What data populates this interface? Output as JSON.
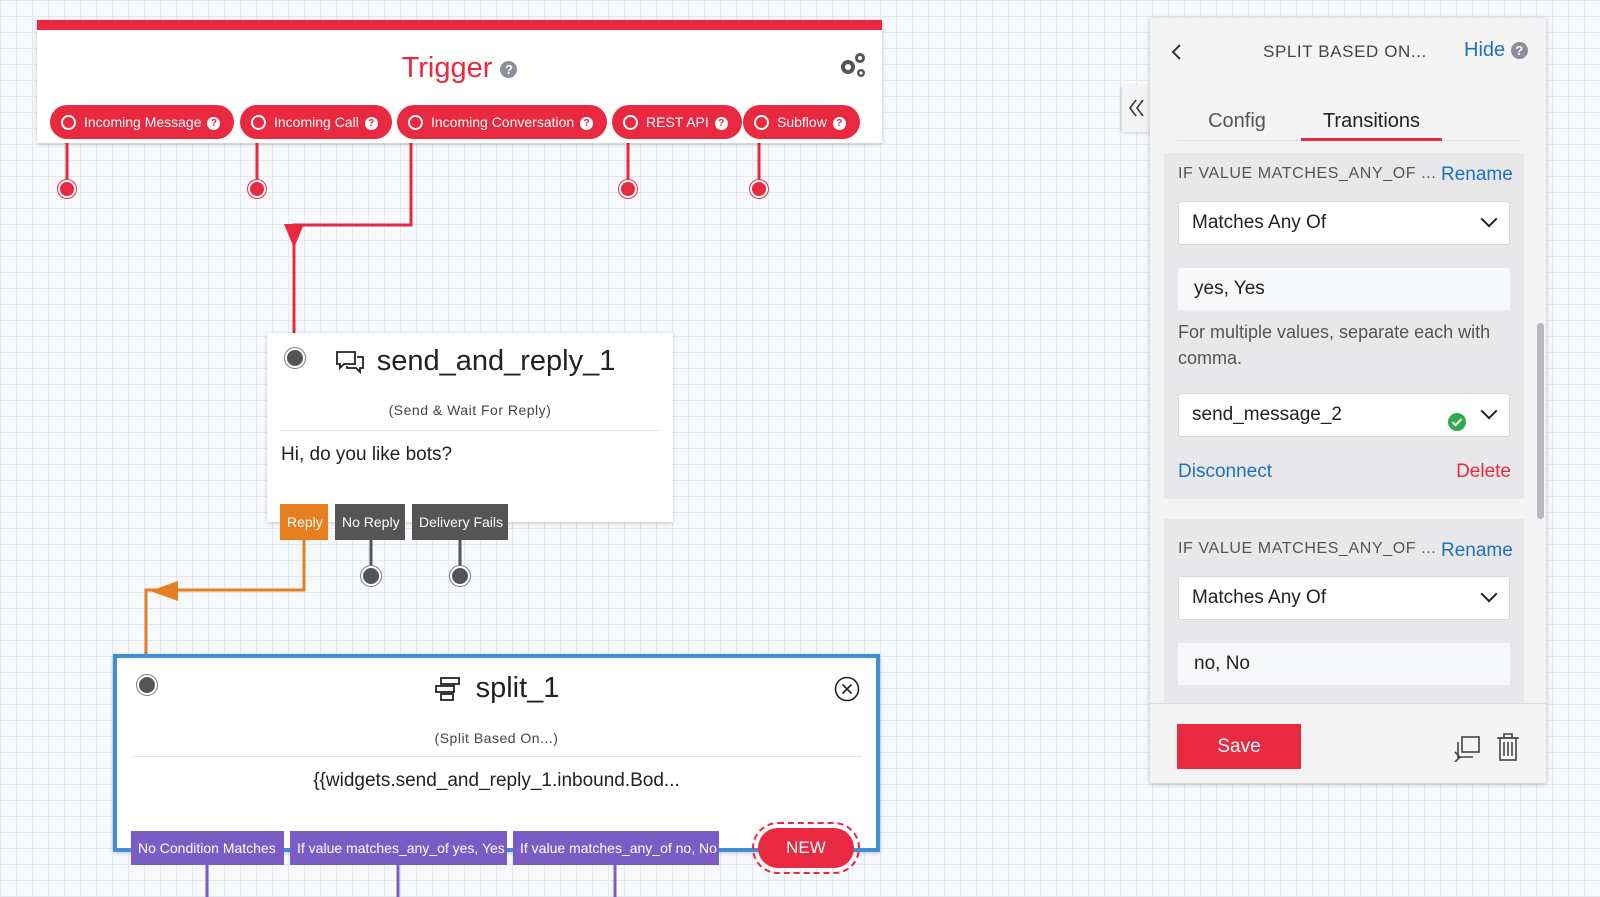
{
  "colors": {
    "trigger_red": "#e8293f",
    "reply_orange": "#e67e22",
    "split_blue": "#3d8fd6",
    "transition_purple": "#7b5cc4",
    "grey_tag": "#555555",
    "link_blue": "#1f6fc4"
  },
  "trigger": {
    "title": "Trigger",
    "help": "?",
    "settings_icon": "gears-icon",
    "pills": [
      {
        "label": "Incoming Message"
      },
      {
        "label": "Incoming Call"
      },
      {
        "label": "Incoming Conversation"
      },
      {
        "label": "REST API"
      },
      {
        "label": "Subflow"
      }
    ]
  },
  "send_and_reply": {
    "title": "send_and_reply_1",
    "subtitle": "(Send & Wait For Reply)",
    "body": "Hi, do you like bots?",
    "icon": "chat-bubbles-icon",
    "transitions": {
      "reply": "Reply",
      "no_reply": "No Reply",
      "delivery_fails": "Delivery Fails"
    }
  },
  "split": {
    "title": "split_1",
    "subtitle": "(Split Based On...)",
    "body": "{{widgets.send_and_reply_1.inbound.Bod...",
    "icon": "split-icon",
    "close_icon": "close-circle-icon",
    "transitions": [
      "No Condition Matches",
      "If value matches_any_of yes, Yes",
      "If value matches_any_of no, No"
    ],
    "new_label": "NEW"
  },
  "panel": {
    "back_icon": "chevron-left-icon",
    "title": "SPLIT BASED ON...",
    "hide_label": "Hide",
    "collapse_icon": "double-chevron-left-icon",
    "tabs": {
      "config": "Config",
      "transitions": "Transitions",
      "active": "Transitions"
    },
    "conditions": [
      {
        "label": "IF VALUE MATCHES_ANY_OF ...",
        "rename": "Rename",
        "operator": "Matches Any Of",
        "value": "yes, Yes",
        "hint": "For multiple values, separate each with comma.",
        "next_widget": "send_message_2",
        "disconnect": "Disconnect",
        "delete": "Delete"
      },
      {
        "label": "IF VALUE MATCHES_ANY_OF ...",
        "rename": "Rename",
        "operator": "Matches Any Of",
        "value": "no, No"
      }
    ],
    "save_label": "Save",
    "duplicate_icon": "duplicate-icon",
    "trash_icon": "trash-icon"
  }
}
